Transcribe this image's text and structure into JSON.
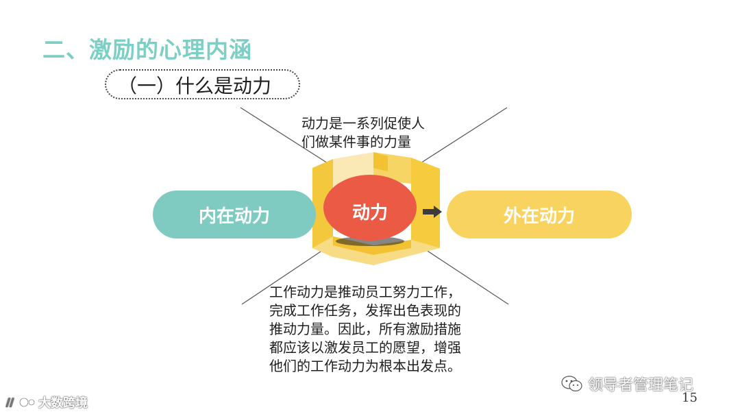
{
  "slide": {
    "title": "二、激励的心理内涵",
    "subtitle": "（一）什么是动力",
    "page_number": "15"
  },
  "diagram": {
    "core_label": "动力",
    "left_label": "内在动力",
    "right_label": "外在动力",
    "definition_lines": [
      "动力是一系列促使人",
      "们做某件事的力量"
    ],
    "description_lines": [
      "工作动力是推动员工努力工作，",
      "完成工作任务，发挥出色表现的",
      "推动力量。因此，所有激励措施",
      "都应该以激发员工的愿望，增强",
      "他们的工作动力为根本出发点。"
    ],
    "colors": {
      "teal": "#7fcbc2",
      "yellow": "#f8d35f",
      "core_red": "#ea5a45",
      "title_teal": "#7ccfc4"
    }
  },
  "watermarks": {
    "right": "领导者管理笔记",
    "left": "大数跨境"
  }
}
